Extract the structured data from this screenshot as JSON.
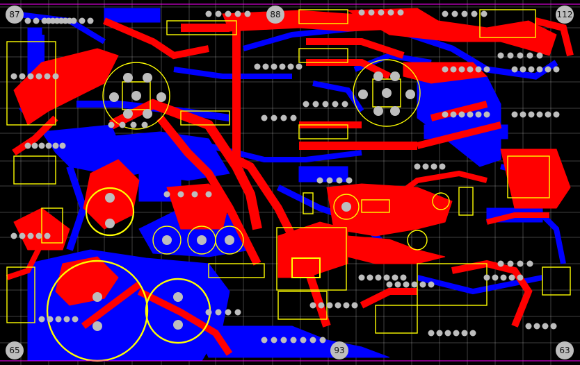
{
  "markers": [
    {
      "id": "tl",
      "label": "87"
    },
    {
      "id": "tc",
      "label": "88"
    },
    {
      "id": "tr",
      "label": "112"
    },
    {
      "id": "bl",
      "label": "65"
    },
    {
      "id": "bc",
      "label": "93"
    },
    {
      "id": "br",
      "label": "63"
    }
  ],
  "colors": {
    "background": "#000000",
    "top_copper": "#ff0000",
    "bottom_copper": "#0000ff",
    "silkscreen": "#ffff00",
    "pad": "#bdbdbd",
    "grid": "#ffffff",
    "board_outline": "#ff00ff"
  }
}
